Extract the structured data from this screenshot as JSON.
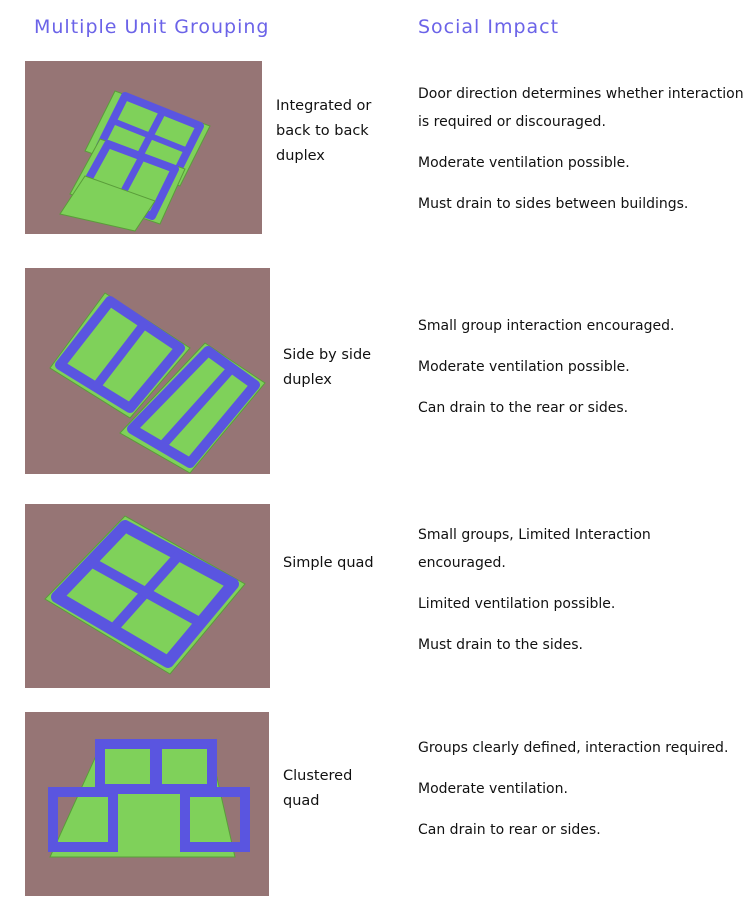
{
  "headings": {
    "grouping": "Multiple Unit Grouping",
    "impact": "Social Impact"
  },
  "colors": {
    "heading": "#6b63e8",
    "thumb_bg": "#967575",
    "wall": "#6f6cf2",
    "ground": "#7fd15a"
  },
  "rows": [
    {
      "label": [
        "Integrated or",
        "back to back",
        "duplex"
      ],
      "impact": [
        "Door direction determines whether interaction is required or discouraged.",
        "Moderate ventilation possible.",
        "Must drain to sides between buildings."
      ]
    },
    {
      "label": [
        "Side by side",
        "duplex"
      ],
      "impact": [
        "Small group interaction encouraged.",
        "Moderate ventilation possible.",
        "Can drain to the rear or sides."
      ]
    },
    {
      "label": [
        "Simple quad"
      ],
      "impact": [
        "Small groups, Limited Interaction encouraged.",
        "Limited ventilation possible.",
        "Must drain to the sides."
      ]
    },
    {
      "label": [
        "Clustered",
        "quad"
      ],
      "impact": [
        "Groups clearly defined, interaction required.",
        "Moderate ventilation.",
        "Can drain to rear or sides."
      ]
    }
  ]
}
